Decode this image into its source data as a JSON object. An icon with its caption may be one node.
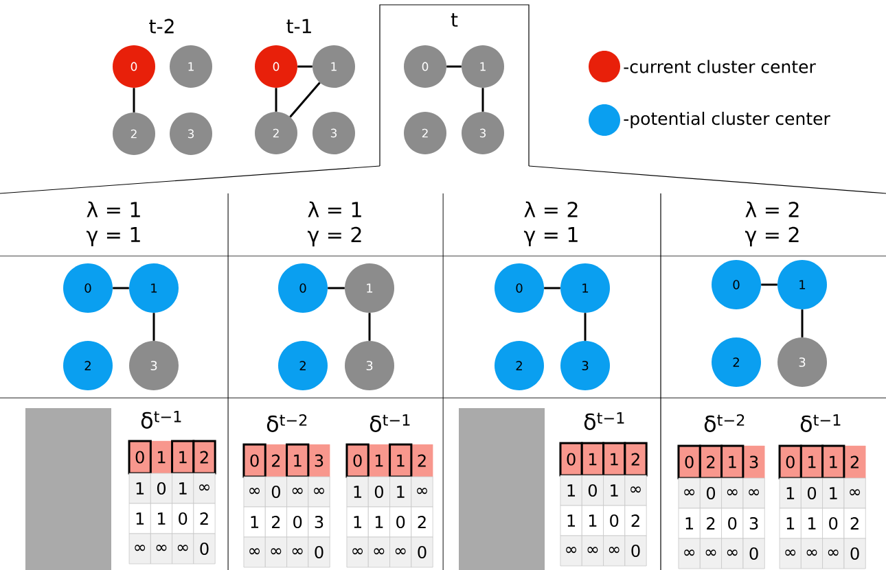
{
  "diagram": {
    "nodes": [
      {
        "text": [
          "0"
        ]
      },
      {
        "text": [
          "1"
        ]
      },
      {
        "text": [
          "2"
        ]
      },
      {
        "text": [
          "3"
        ]
      },
      {
        "text": [
          "0"
        ]
      },
      {
        "text": [
          "1"
        ]
      },
      {
        "text": [
          "2"
        ]
      },
      {
        "text": [
          "3"
        ]
      },
      {
        "text": [
          "t"
        ]
      },
      {
        "text": [
          "0"
        ],
        "in": 8
      },
      {
        "text": [
          "1"
        ],
        "in": 8
      },
      {
        "text": [
          "2"
        ],
        "in": 8
      },
      {
        "text": [
          "3"
        ],
        "in": 8
      },
      {
        "text": [
          "0"
        ]
      },
      {
        "text": [
          "1"
        ]
      },
      {
        "text": [
          "2"
        ]
      },
      {
        "text": [
          "3"
        ]
      },
      {
        "text": [
          "0"
        ]
      },
      {
        "text": [
          "1"
        ]
      },
      {
        "text": [
          "2"
        ]
      },
      {
        "text": [
          "3"
        ]
      },
      {
        "text": [
          "0"
        ]
      },
      {
        "text": [
          "1"
        ]
      },
      {
        "text": [
          "2"
        ]
      },
      {
        "text": [
          "3"
        ]
      },
      {
        "text": [
          "0"
        ]
      },
      {
        "text": [
          "1"
        ]
      },
      {
        "text": [
          "2"
        ]
      },
      {
        "text": [
          "3"
        ]
      }
    ],
    "edges": [
      {
        "from": 0,
        "to": 2,
        "arrow": "none"
      },
      {
        "from": 4,
        "to": 5,
        "arrow": "none"
      },
      {
        "from": 4,
        "to": 6,
        "arrow": "none"
      },
      {
        "from": 5,
        "to": 6,
        "arrow": "none"
      },
      {
        "from": 9,
        "to": 10,
        "arrow": "none"
      },
      {
        "from": 10,
        "to": 12,
        "arrow": "none"
      },
      {
        "from": 13,
        "to": 14,
        "arrow": "none"
      },
      {
        "from": 14,
        "to": 16,
        "arrow": "none"
      },
      {
        "from": 17,
        "to": 18,
        "arrow": "none"
      },
      {
        "from": 18,
        "to": 20,
        "arrow": "none"
      },
      {
        "from": 21,
        "to": 22,
        "arrow": "none"
      },
      {
        "from": 22,
        "to": 24,
        "arrow": "none"
      },
      {
        "from": 25,
        "to": 26,
        "arrow": "none"
      },
      {
        "from": 26,
        "to": 28,
        "arrow": "none"
      }
    ],
    "labels": [
      "t-2",
      "t-1",
      "λ = 1",
      "γ = 1",
      "λ = 1",
      "γ = 2",
      "λ = 2",
      "γ = 1",
      "λ = 2",
      "γ = 2",
      "δ$^{t−1}$",
      "0",
      "1",
      "1",
      "2",
      "1",
      "0",
      "1",
      "∞",
      "1",
      "1",
      "0",
      "2",
      "∞",
      "∞",
      "∞",
      "0",
      "δ$^{t−2}$",
      "0",
      "2",
      "1",
      "3",
      "∞",
      "0",
      "∞",
      "∞",
      "1",
      "2",
      "0",
      "3",
      "∞",
      "∞",
      "∞",
      "0",
      "δ$^{t−1}$",
      "0",
      "1",
      "1",
      "2",
      "1",
      "0",
      "1",
      "∞",
      "1",
      "1",
      "0",
      "2",
      "∞",
      "∞",
      "∞",
      "0",
      "δ$^{t−1}$",
      "0",
      "1",
      "1",
      "2",
      "1",
      "0",
      "1",
      "∞",
      "1",
      "1",
      "0",
      "2",
      "∞",
      "∞",
      "∞",
      "0",
      "δ$^{t−2}$",
      "0",
      "2",
      "1",
      "3",
      "∞",
      "0",
      "∞",
      "∞",
      "1",
      "2",
      "0",
      "3",
      "∞",
      "∞",
      "∞",
      "0",
      "δ$^{t−1}$",
      "0",
      "1",
      "1",
      "2",
      "1",
      "0",
      "1",
      "∞",
      "1",
      "1",
      "0",
      "2",
      "∞",
      "∞",
      "∞",
      "0"
    ],
    "legend": [
      {
        "text": "-current cluster center",
        "color": "#e8200a"
      },
      {
        "text": "-potential cluster center",
        "color": "#0a9ff0"
      }
    ]
  }
}
